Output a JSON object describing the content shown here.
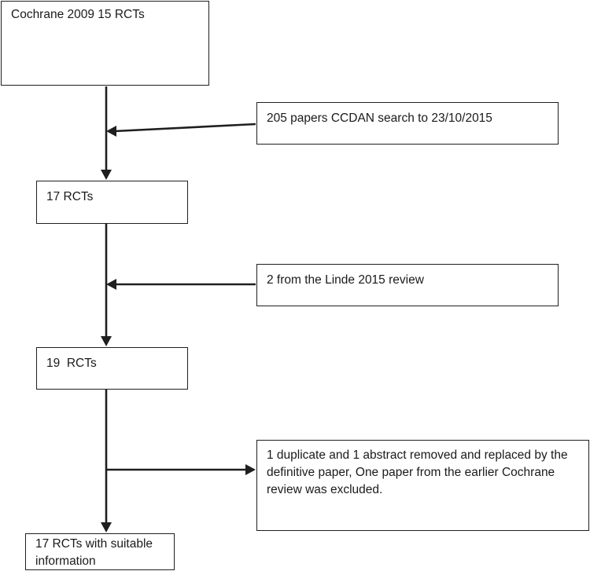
{
  "boxes": {
    "cochrane_2009": "Cochrane 2009 15 RCTs",
    "ccdan_search": "205 papers CCDAN search to 23/10/2015",
    "rcts_17": "17 RCTs",
    "linde_2015": "2 from the Linde 2015 review",
    "rcts_19": "19  RCTs",
    "exclusions": "1 duplicate and 1 abstract removed and replaced by the definitive paper, One paper from the earlier Cochrane review was excluded.",
    "final_17": "17 RCTs with suitable information"
  }
}
